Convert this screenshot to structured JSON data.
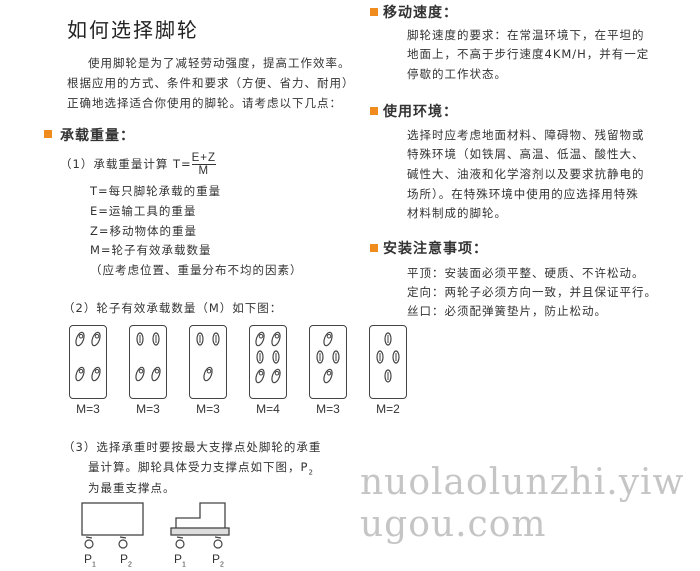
{
  "title": "如何选择脚轮",
  "intro": [
    "使用脚轮是为了减轻劳动强度，提高工作效率。",
    "根据应用的方式、条件和要求（方便、省力、耐用）",
    "正确地选择适合你使用的脚轮。请考虑以下几点："
  ],
  "load": {
    "heading": "承载重量：",
    "formula_label": "（1）承载重量计算 T=",
    "numerator": "E+Z",
    "denominator": "M",
    "defs": [
      "T=每只脚轮承载的重量",
      "E=运输工具的重量",
      "Z=移动物体的重量",
      "M=轮子有效承载数量",
      "（应考虑位置、重量分布不均的因素）"
    ],
    "item2": "（2）轮子有效承载数量（M）如下图：",
    "m_labels": [
      "M=3",
      "M=3",
      "M=3",
      "M=4",
      "M=3",
      "M=2"
    ],
    "item3": [
      "（3）选择承重时要按最大支撑点处脚轮的承重",
      "量计算。脚轮具体受力支撑点如下图，P",
      "为最重支撑点。"
    ],
    "item3_sub": "2",
    "points": [
      {
        "p": "P",
        "s": "1"
      },
      {
        "p": "P",
        "s": "2"
      },
      {
        "p": "P",
        "s": "1"
      },
      {
        "p": "P",
        "s": "2"
      }
    ]
  },
  "speed": {
    "heading": "移动速度：",
    "lines": [
      "脚轮速度的要求：在常温环境下，在平坦的",
      "地面上，不高于步行速度4KM/H，并有一定",
      "停歇的工作状态。"
    ]
  },
  "env": {
    "heading": "使用环境：",
    "lines": [
      "选择时应考虑地面材料、障碍物、残留物或",
      "特殊环境（如铁屑、高温、低温、酸性大、",
      "碱性大、油液和化学溶剂以及要求抗静电的",
      "场所）。在特殊环境中使用的应选择用特殊",
      "材料制成的脚轮。"
    ]
  },
  "install": {
    "heading": "安装注意事项：",
    "lines": [
      "平顶：安装面必须平整、硬质、不许松动。",
      "定向：两轮子必须方向一致，并且保证平行。",
      "丝口：必须配弹簧垫片，防止松动。"
    ]
  },
  "watermark": "nuolaolunzhi.yiwugou.com",
  "accent": "#f08c1e"
}
